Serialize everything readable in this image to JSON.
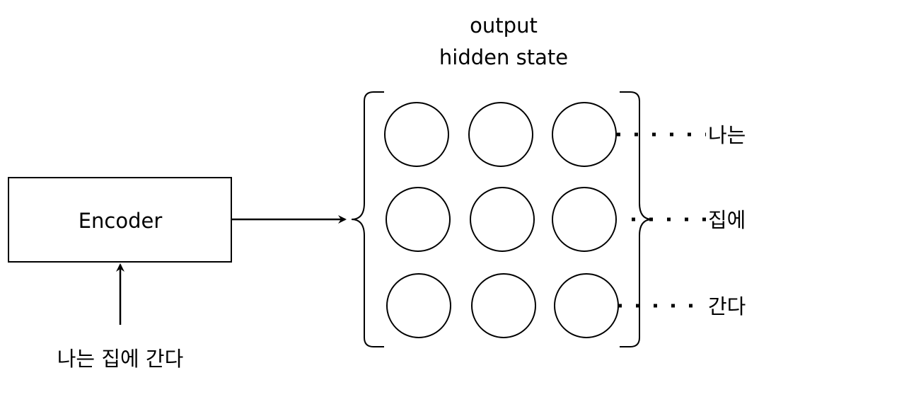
{
  "encoder": {
    "label": "Encoder"
  },
  "input": {
    "sentence": "나는 집에 간다"
  },
  "output": {
    "title_line1": "output",
    "title_line2": "hidden state"
  },
  "rows": [
    {
      "label": "나는"
    },
    {
      "label": "집에"
    },
    {
      "label": "간다"
    }
  ],
  "colors": {
    "stroke": "#000000",
    "background": "#ffffff"
  }
}
